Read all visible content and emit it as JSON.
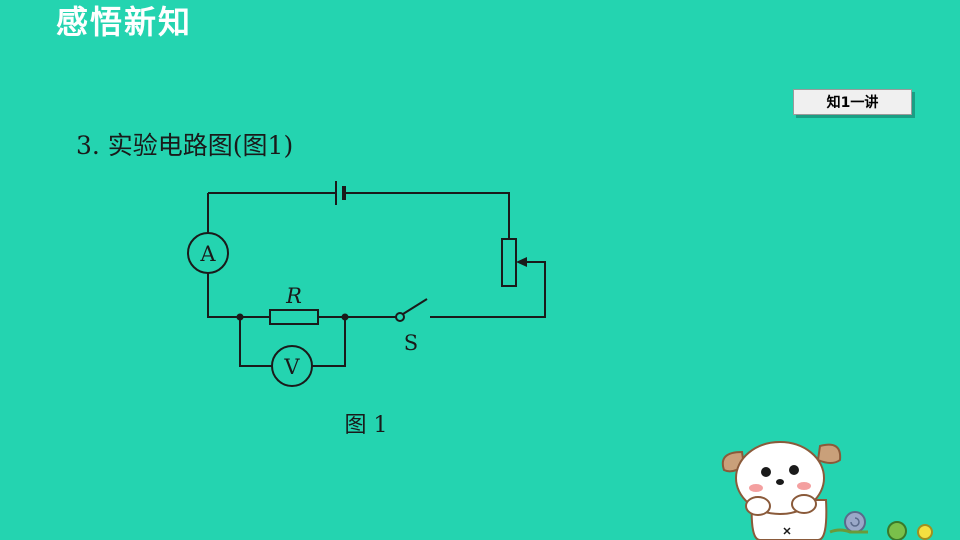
{
  "header": {
    "title": "感悟新知"
  },
  "badge": {
    "label": "知1一讲"
  },
  "section": {
    "heading": "3. 实验电路图(图1)"
  },
  "diagram": {
    "ammeter_label": "A",
    "voltmeter_label": "V",
    "resistor_label": "R",
    "switch_label": "S",
    "caption": "图 1"
  },
  "colors": {
    "background": "#24D4B0",
    "wire": "#1A1A1A",
    "title_text": "#FFFFFF"
  }
}
